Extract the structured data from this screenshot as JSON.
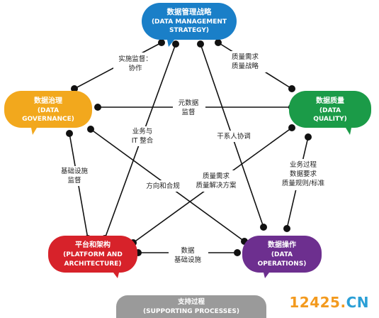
{
  "colors": {
    "strategy": "#1a7fc8",
    "governance": "#f2a81d",
    "quality": "#1b9b48",
    "platform": "#d7222a",
    "operations": "#6d2f8f",
    "supporting": "#9a9a9a",
    "line": "#111111"
  },
  "nodes": {
    "strategy": {
      "zh": "数据管理战略",
      "en1": "(DATA MANAGEMENT",
      "en2": "STRATEGY)"
    },
    "governance": {
      "zh": "数据治理",
      "en1": "(DATA",
      "en2": "GOVERNANCE)"
    },
    "quality": {
      "zh": "数据质量",
      "en1": "(DATA",
      "en2": "QUALITY)"
    },
    "platform": {
      "zh": "平台和架构",
      "en1": "(PLATFORM AND",
      "en2": "ARCHITECTURE)"
    },
    "operations": {
      "zh": "数据操作",
      "en1": "(DATA",
      "en2": "OPERATIONS)"
    },
    "supporting": {
      "zh": "支持过程",
      "en1": "(SUPPORTING PROCESSES)"
    }
  },
  "edges": {
    "strategy_governance": [
      "实施监督：",
      "协作"
    ],
    "strategy_quality": [
      "质量需求",
      "质量战略"
    ],
    "governance_quality": [
      "元数据",
      "监督"
    ],
    "strategy_platform": [
      "业务与",
      "IT 整合"
    ],
    "strategy_operations": [
      "干系人协调"
    ],
    "governance_platform": [
      "基础设施",
      "监督"
    ],
    "governance_operations": [
      "方向和合规"
    ],
    "quality_platform": [
      "质量需求",
      "质量解决方案"
    ],
    "quality_operations": [
      "业务过程",
      "数据要求",
      "质量规则/标准"
    ],
    "platform_operations": [
      "数据",
      "基础设施"
    ]
  },
  "watermark": {
    "num": "12425",
    "dot": ".",
    "cn": "CN"
  }
}
